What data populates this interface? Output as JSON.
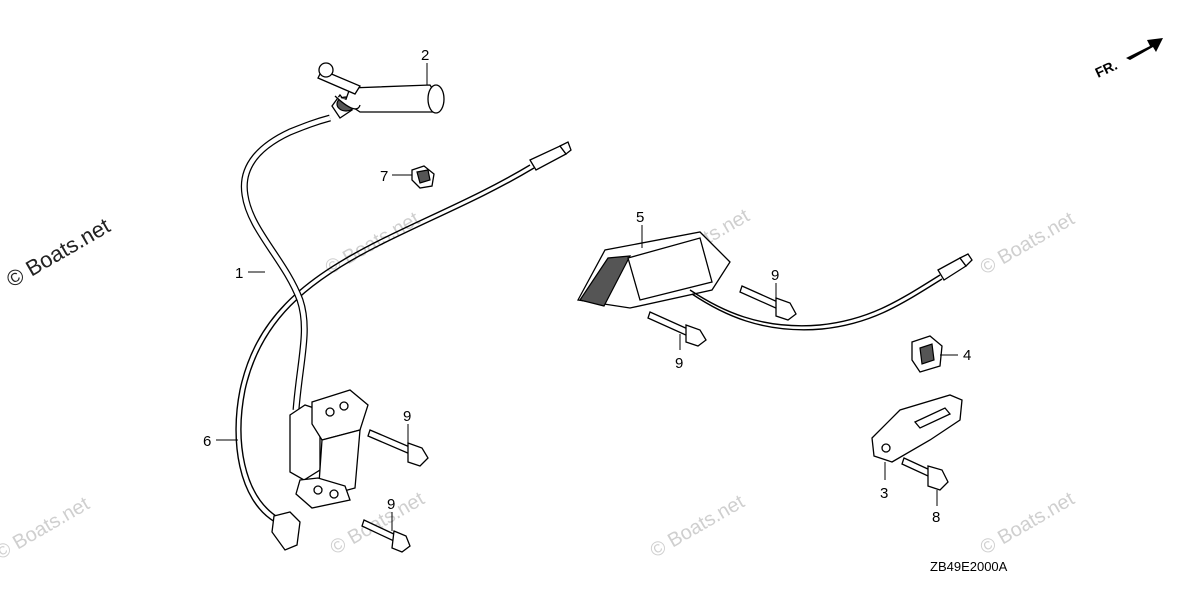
{
  "diagram": {
    "callouts": {
      "c1": "1",
      "c2": "2",
      "c3": "3",
      "c4": "4",
      "c5": "5",
      "c6": "6",
      "c7": "7",
      "c8": "8",
      "c9a": "9",
      "c9b": "9",
      "c9c": "9",
      "c9d": "9"
    },
    "diagram_code": "ZB49E2000A",
    "direction_label": "FR."
  },
  "watermarks": {
    "left": "© Boats.net",
    "text": "© Boats.net"
  }
}
